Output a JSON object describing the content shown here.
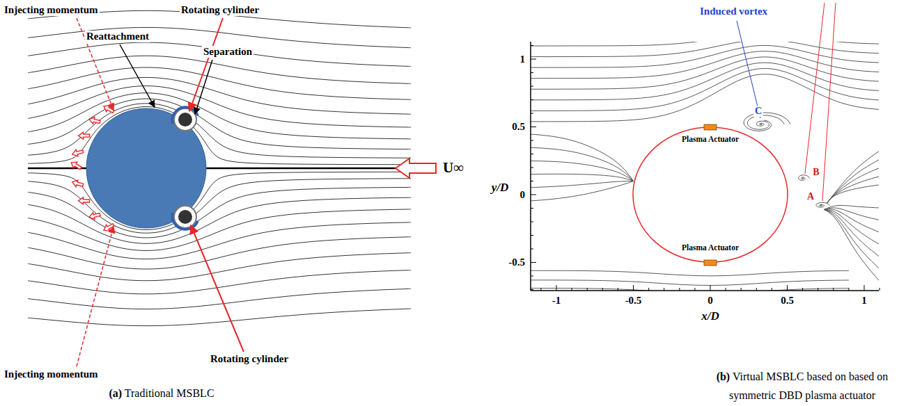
{
  "diagram": {
    "labels": [
      "Injecting momentum",
      "Rotating cylinder",
      "Reattachment",
      "Separation",
      "Injecting momentum",
      "Rotating cylinder",
      "U∞",
      "(a) Traditional MSBLC",
      "Induced vortex",
      "C",
      "B",
      "A",
      "Plasma Actuator",
      "Plasma Actuator",
      "1",
      "0.5",
      "0",
      "-0.5",
      "y/D",
      "-1",
      "-0.5",
      "0",
      "0.5",
      "1",
      "x/D",
      "(b) Virtual MSBLC based on based on symmetric DBD plasma actuator"
    ]
  }
}
